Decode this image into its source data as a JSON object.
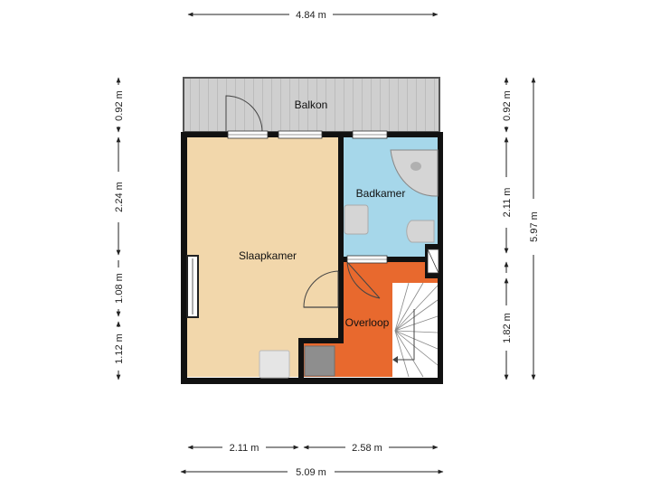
{
  "rooms": {
    "balcony": "Balkon",
    "bedroom": "Slaapkamer",
    "bathroom": "Badkamer",
    "landing": "Overloop"
  },
  "dimensions": {
    "top_width": "4.84 m",
    "bottom_left": "2.11 m",
    "bottom_right": "2.58 m",
    "bottom_total": "5.09 m",
    "left_balcony": "0.92 m",
    "left_upper": "2.24 m",
    "left_middle": "1.08 m",
    "left_lower": "1.12 m",
    "right_balcony": "0.92 m",
    "right_bath": "2.11 m",
    "right_lower": "1.82 m",
    "right_total": "5.97 m"
  },
  "colors": {
    "bedroom": "#f2d7ab",
    "bathroom": "#a6d7ea",
    "landing": "#e8692e",
    "balcony": "#cfcfcf",
    "wall": "#111111",
    "fixture": "#d5d5d5"
  }
}
